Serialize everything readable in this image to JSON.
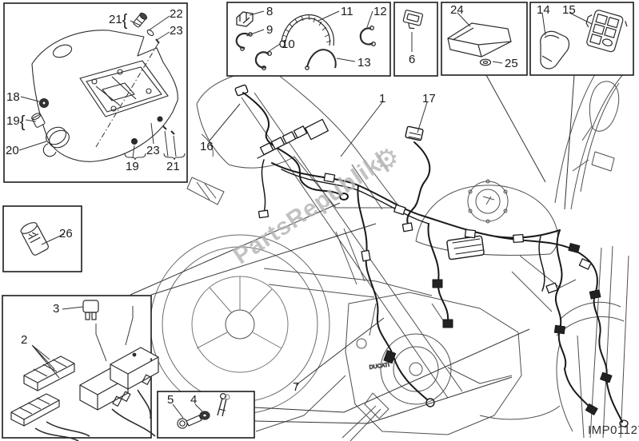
{
  "meta": {
    "drawing_code": "IMP01127"
  },
  "watermark": {
    "text": "PartsRepublik|",
    "gear_icon": "⚙"
  },
  "engine_badge": "DUCATI",
  "punctuation": {
    "brace_left": "{"
  },
  "callouts": [
    {
      "id": "21-tail-top",
      "label": "21"
    },
    {
      "id": "22",
      "label": "22"
    },
    {
      "id": "23-tail-top",
      "label": "23"
    },
    {
      "id": "18",
      "label": "18"
    },
    {
      "id": "19-tail-left",
      "label": "19"
    },
    {
      "id": "20",
      "label": "20"
    },
    {
      "id": "23-tail-bottom",
      "label": "23"
    },
    {
      "id": "19-tail-bottom",
      "label": "19"
    },
    {
      "id": "21-tail-bottom",
      "label": "21"
    },
    {
      "id": "8",
      "label": "8"
    },
    {
      "id": "9",
      "label": "9"
    },
    {
      "id": "10",
      "label": "10"
    },
    {
      "id": "11",
      "label": "11"
    },
    {
      "id": "12",
      "label": "12"
    },
    {
      "id": "13",
      "label": "13"
    },
    {
      "id": "6",
      "label": "6"
    },
    {
      "id": "24",
      "label": "24"
    },
    {
      "id": "25",
      "label": "25"
    },
    {
      "id": "14",
      "label": "14"
    },
    {
      "id": "15",
      "label": "15"
    },
    {
      "id": "16",
      "label": "16"
    },
    {
      "id": "1",
      "label": "1"
    },
    {
      "id": "17",
      "label": "17"
    },
    {
      "id": "26",
      "label": "26"
    },
    {
      "id": "3",
      "label": "3"
    },
    {
      "id": "2",
      "label": "2"
    },
    {
      "id": "5",
      "label": "5"
    },
    {
      "id": "4",
      "label": "4"
    },
    {
      "id": "7",
      "label": "7"
    }
  ]
}
